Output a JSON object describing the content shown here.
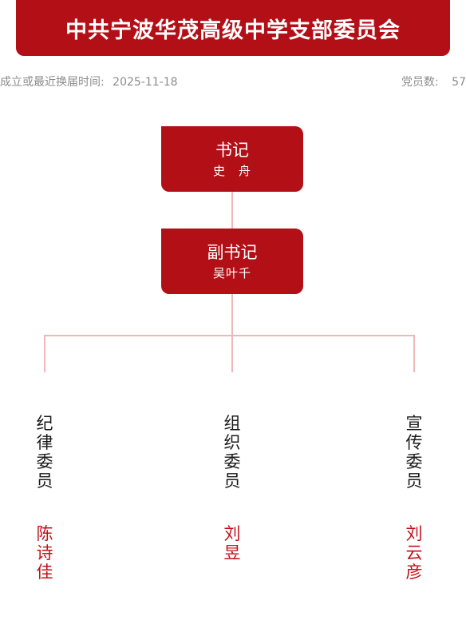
{
  "header": {
    "title": "中共宁波华茂高级中学支部委员会"
  },
  "meta": {
    "established_label": "成立或最近换届时间:",
    "established_date": "2025-11-18",
    "member_count_label": "党员数:",
    "member_count": "57"
  },
  "leaders": [
    {
      "title": "书记",
      "name": "史　舟"
    },
    {
      "title": "副书记",
      "name": "吴叶千"
    }
  ],
  "committee_members": [
    {
      "role": "纪律委员",
      "name": "陈诗佳"
    },
    {
      "role": "组织委员",
      "name": "刘昱"
    },
    {
      "role": "宣传委员",
      "name": "刘云彦"
    }
  ],
  "colors": {
    "brand_red": "#b30f17",
    "connector": "#f0b7ba",
    "member_name": "#c0121a"
  }
}
